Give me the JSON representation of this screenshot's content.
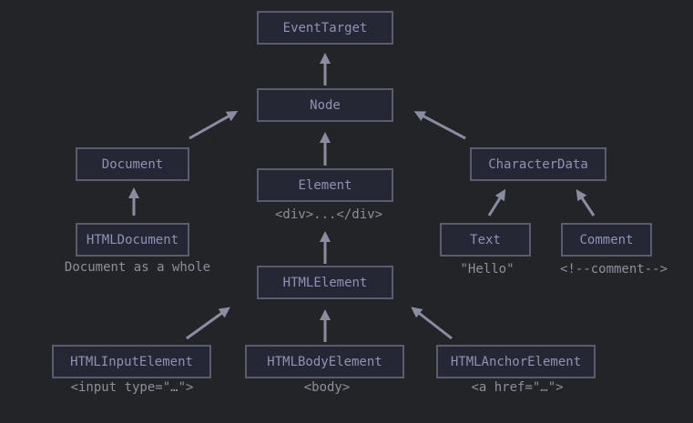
{
  "nodes": {
    "eventtarget": "EventTarget",
    "node": "Node",
    "document": "Document",
    "element": "Element",
    "characterdata": "CharacterData",
    "htmldocument": "HTMLDocument",
    "htmlelement": "HTMLElement",
    "text": "Text",
    "comment": "Comment",
    "htmlinputelement": "HTMLInputElement",
    "htmlbodyelement": "HTMLBodyElement",
    "htmlanchorelement": "HTMLAnchorElement"
  },
  "captions": {
    "element": "<div>...</div>",
    "htmldocument": "Document as a whole",
    "text": "\"Hello\"",
    "comment": "<!--comment-->",
    "htmlinputelement": "<input type=\"…\">",
    "htmlbodyelement": "<body>",
    "htmlanchorelement": "<a href=\"…\">"
  },
  "edges": [
    {
      "from": "node",
      "to": "eventtarget"
    },
    {
      "from": "document",
      "to": "node"
    },
    {
      "from": "element",
      "to": "node"
    },
    {
      "from": "characterdata",
      "to": "node"
    },
    {
      "from": "htmldocument",
      "to": "document"
    },
    {
      "from": "htmlelement",
      "to": "element"
    },
    {
      "from": "text",
      "to": "characterdata"
    },
    {
      "from": "comment",
      "to": "characterdata"
    },
    {
      "from": "htmlinputelement",
      "to": "htmlelement"
    },
    {
      "from": "htmlbodyelement",
      "to": "htmlelement"
    },
    {
      "from": "htmlanchorelement",
      "to": "htmlelement"
    }
  ],
  "colors": {
    "background": "#232428",
    "box_fill": "#262734",
    "box_border": "#5a5c70",
    "box_text": "#8f93b3",
    "caption_text": "#8c8f9a",
    "arrow": "#8a8da0"
  }
}
